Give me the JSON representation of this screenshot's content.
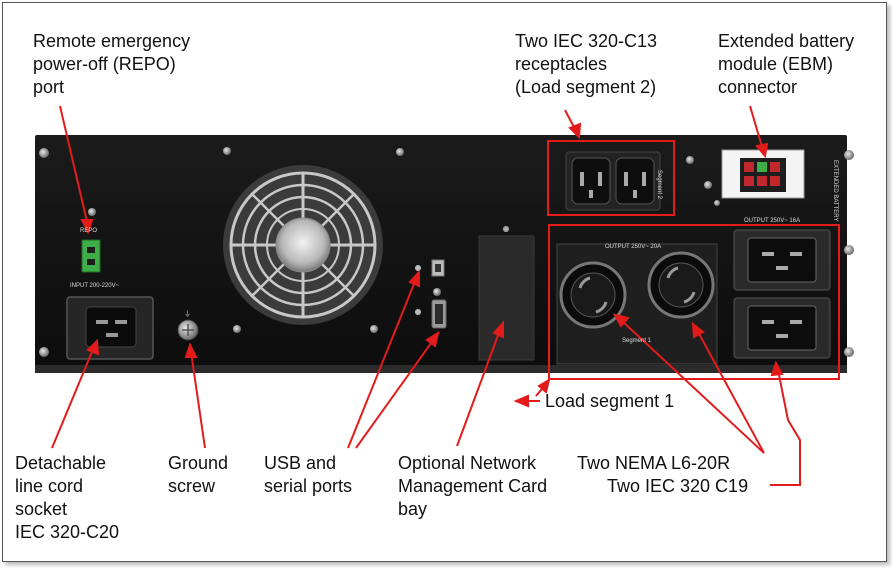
{
  "labels": {
    "repo": [
      "Remote emergency",
      "power-off (REPO)",
      "port"
    ],
    "c13": [
      "Two IEC 320-C13",
      "receptacles",
      "(Load segment 2)"
    ],
    "ebm": [
      "Extended battery",
      "module (EBM)",
      "connector"
    ],
    "line_cord": [
      "Detachable",
      "line cord",
      "socket",
      "IEC 320-C20"
    ],
    "ground": [
      "Ground",
      "screw"
    ],
    "usb_serial": [
      "USB and",
      "serial ports"
    ],
    "nmc": [
      "Optional Network",
      "Management Card",
      "bay"
    ],
    "nema": "Two NEMA L6-20R",
    "c19": "Two IEC 320 C19",
    "load_segment_1": "Load segment 1"
  },
  "panel_text": {
    "repo": "REPO",
    "input": "INPUT 200-220V~",
    "output_20a": "OUTPUT 250V~ 20A",
    "output_16a": "OUTPUT 250V~ 16A",
    "segment1": "Segment 1",
    "segment2": "Segment 2",
    "ext_battery": "EXTENDED BATTERY"
  },
  "colors": {
    "callout": "#e31b1b",
    "panel": "#151515",
    "green": "#3fae49"
  }
}
